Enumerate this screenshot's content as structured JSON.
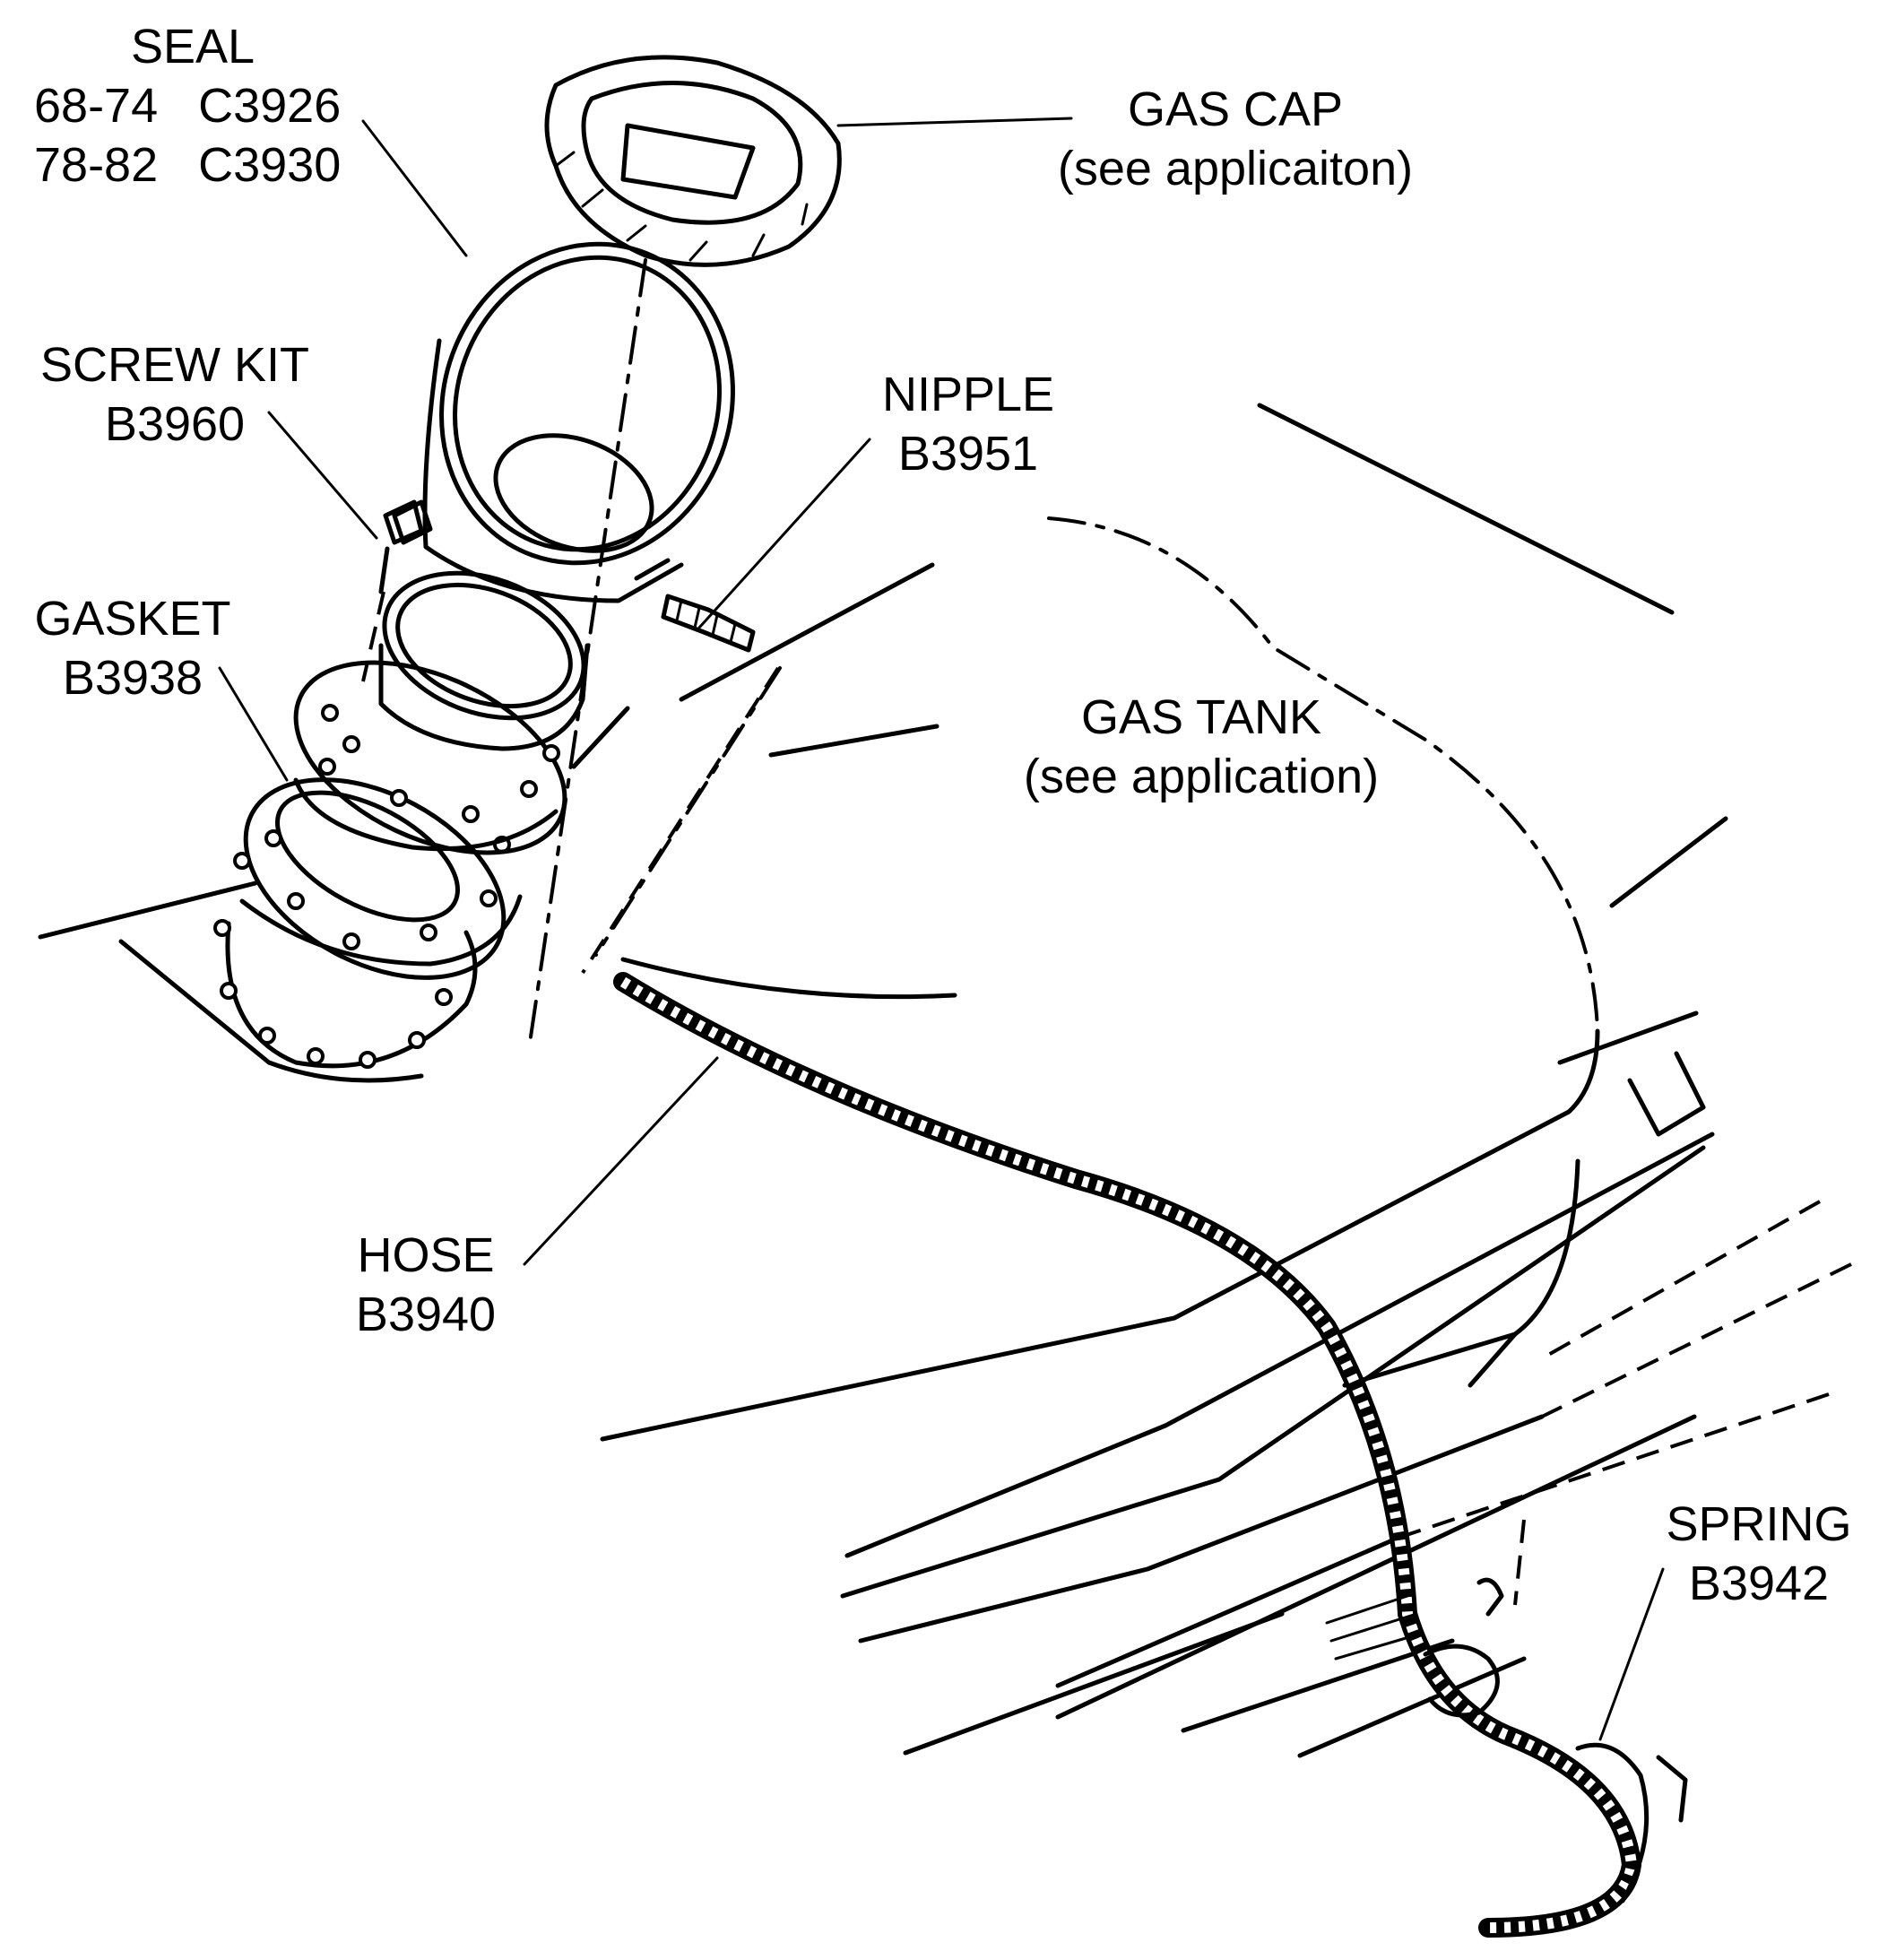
{
  "labels": {
    "seal": {
      "title": "SEAL",
      "line1": "68-74   C3926",
      "line2": "78-82   C3930"
    },
    "gas_cap": {
      "title": "GAS CAP",
      "note": "(see applicaiton)"
    },
    "screw_kit": {
      "title": "SCREW KIT",
      "part": "B3960"
    },
    "nipple": {
      "title": "NIPPLE",
      "part": "B3951"
    },
    "gasket": {
      "title": "GASKET",
      "part": "B3938"
    },
    "gas_tank": {
      "title": "GAS TANK",
      "note": "(see application)"
    },
    "hose": {
      "title": "HOSE",
      "part": "B3940"
    },
    "spring": {
      "title": "SPRING",
      "part": "B3942"
    }
  },
  "colors": {
    "ink": "#000000",
    "paper": "#ffffff"
  }
}
